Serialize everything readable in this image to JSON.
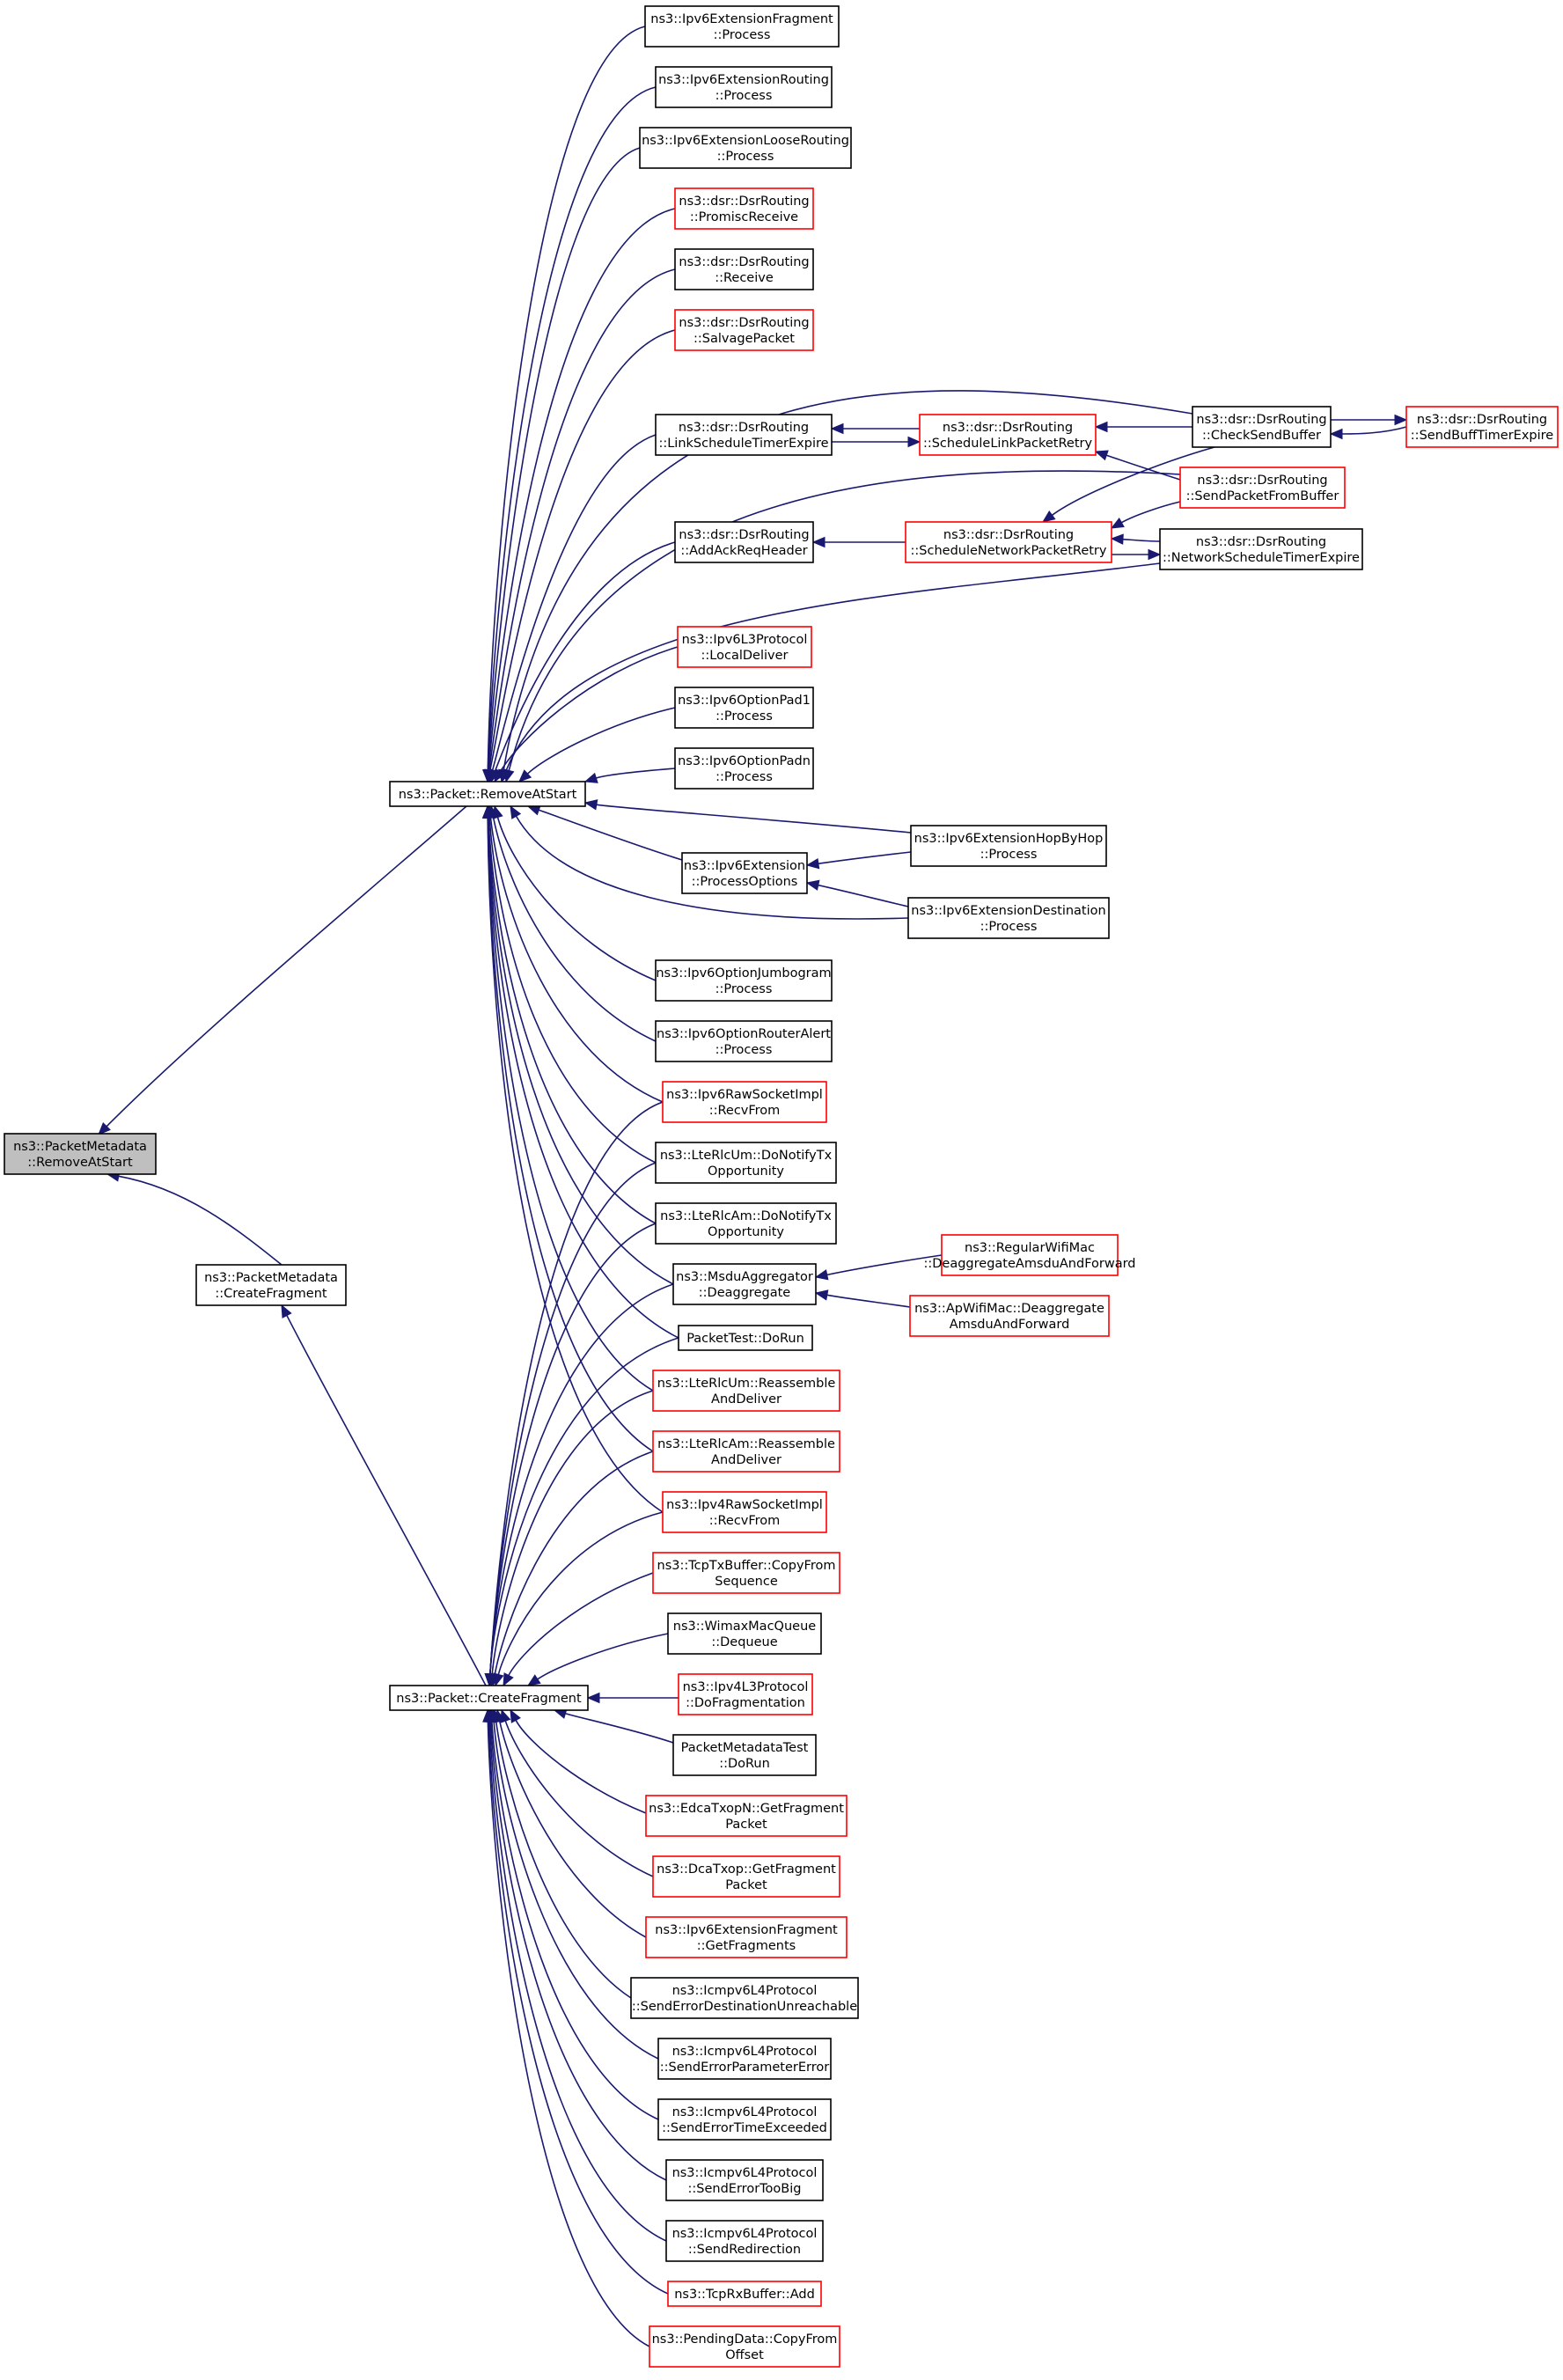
{
  "colors": {
    "edge": "#191970",
    "box_normal": "#000000",
    "box_partial": "#ff0000",
    "box_focus_fill": "#bfbfbf",
    "box_fill": "#ffffff"
  },
  "nodes": {
    "root": {
      "lines": [
        "ns3::PacketMetadata",
        "::RemoveAtStart"
      ],
      "status": "focus"
    },
    "pmcf": {
      "lines": [
        "ns3::PacketMetadata",
        "::CreateFragment"
      ],
      "status": "normal"
    },
    "prs": {
      "lines": [
        "ns3::Packet::RemoveAtStart"
      ],
      "status": "normal"
    },
    "pcf": {
      "lines": [
        "ns3::Packet::CreateFragment"
      ],
      "status": "normal"
    },
    "efp": {
      "lines": [
        "ns3::Ipv6ExtensionFragment",
        "::Process"
      ],
      "status": "normal"
    },
    "erp": {
      "lines": [
        "ns3::Ipv6ExtensionRouting",
        "::Process"
      ],
      "status": "normal"
    },
    "elrp": {
      "lines": [
        "ns3::Ipv6ExtensionLooseRouting",
        "::Process"
      ],
      "status": "normal"
    },
    "dpr": {
      "lines": [
        "ns3::dsr::DsrRouting",
        "::PromiscReceive"
      ],
      "status": "partial"
    },
    "drc": {
      "lines": [
        "ns3::dsr::DsrRouting",
        "::Receive"
      ],
      "status": "normal"
    },
    "dsp": {
      "lines": [
        "ns3::dsr::DsrRouting",
        "::SalvagePacket"
      ],
      "status": "partial"
    },
    "dlst": {
      "lines": [
        "ns3::dsr::DsrRouting",
        "::LinkScheduleTimerExpire"
      ],
      "status": "normal"
    },
    "dslr": {
      "lines": [
        "ns3::dsr::DsrRouting",
        "::ScheduleLinkPacketRetry"
      ],
      "status": "partial"
    },
    "dcsb": {
      "lines": [
        "ns3::dsr::DsrRouting",
        "::CheckSendBuffer"
      ],
      "status": "normal"
    },
    "dsbt": {
      "lines": [
        "ns3::dsr::DsrRouting",
        "::SendBuffTimerExpire"
      ],
      "status": "partial"
    },
    "dspb": {
      "lines": [
        "ns3::dsr::DsrRouting",
        "::SendPacketFromBuffer"
      ],
      "status": "partial"
    },
    "daar": {
      "lines": [
        "ns3::dsr::DsrRouting",
        "::AddAckReqHeader"
      ],
      "status": "normal"
    },
    "dsnr": {
      "lines": [
        "ns3::dsr::DsrRouting",
        "::ScheduleNetworkPacketRetry"
      ],
      "status": "partial"
    },
    "dnst": {
      "lines": [
        "ns3::dsr::DsrRouting",
        "::NetworkScheduleTimerExpire"
      ],
      "status": "normal"
    },
    "ld": {
      "lines": [
        "ns3::Ipv6L3Protocol",
        "::LocalDeliver"
      ],
      "status": "partial"
    },
    "op1": {
      "lines": [
        "ns3::Ipv6OptionPad1",
        "::Process"
      ],
      "status": "normal"
    },
    "opn": {
      "lines": [
        "ns3::Ipv6OptionPadn",
        "::Process"
      ],
      "status": "normal"
    },
    "ehbh": {
      "lines": [
        "ns3::Ipv6ExtensionHopByHop",
        "::Process"
      ],
      "status": "normal"
    },
    "epo": {
      "lines": [
        "ns3::Ipv6Extension",
        "::ProcessOptions"
      ],
      "status": "normal"
    },
    "edst": {
      "lines": [
        "ns3::Ipv6ExtensionDestination",
        "::Process"
      ],
      "status": "normal"
    },
    "ojg": {
      "lines": [
        "ns3::Ipv6OptionJumbogram",
        "::Process"
      ],
      "status": "normal"
    },
    "ora": {
      "lines": [
        "ns3::Ipv6OptionRouterAlert",
        "::Process"
      ],
      "status": "normal"
    },
    "r6rf": {
      "lines": [
        "ns3::Ipv6RawSocketImpl",
        "::RecvFrom"
      ],
      "status": "partial"
    },
    "umtx": {
      "lines": [
        "ns3::LteRlcUm::DoNotifyTx",
        "Opportunity"
      ],
      "status": "normal"
    },
    "amtx": {
      "lines": [
        "ns3::LteRlcAm::DoNotifyTx",
        "Opportunity"
      ],
      "status": "normal"
    },
    "rwm": {
      "lines": [
        "ns3::RegularWifiMac",
        "::DeaggregateAmsduAndForward"
      ],
      "status": "partial"
    },
    "msdu": {
      "lines": [
        "ns3::MsduAggregator",
        "::Deaggregate"
      ],
      "status": "normal"
    },
    "apw": {
      "lines": [
        "ns3::ApWifiMac::Deaggregate",
        "AmsduAndForward"
      ],
      "status": "partial"
    },
    "ptdr": {
      "lines": [
        "PacketTest::DoRun"
      ],
      "status": "normal"
    },
    "umra": {
      "lines": [
        "ns3::LteRlcUm::Reassemble",
        "AndDeliver"
      ],
      "status": "partial"
    },
    "amra": {
      "lines": [
        "ns3::LteRlcAm::Reassemble",
        "AndDeliver"
      ],
      "status": "partial"
    },
    "r4rf": {
      "lines": [
        "ns3::Ipv4RawSocketImpl",
        "::RecvFrom"
      ],
      "status": "partial"
    },
    "tcfs": {
      "lines": [
        "ns3::TcpTxBuffer::CopyFrom",
        "Sequence"
      ],
      "status": "partial"
    },
    "wmq": {
      "lines": [
        "ns3::WimaxMacQueue",
        "::Dequeue"
      ],
      "status": "normal"
    },
    "i4df": {
      "lines": [
        "ns3::Ipv4L3Protocol",
        "::DoFragmentation"
      ],
      "status": "partial"
    },
    "pmdt": {
      "lines": [
        "PacketMetadataTest",
        "::DoRun"
      ],
      "status": "normal"
    },
    "edca": {
      "lines": [
        "ns3::EdcaTxopN::GetFragment",
        "Packet"
      ],
      "status": "partial"
    },
    "dca": {
      "lines": [
        "ns3::DcaTxop::GetFragment",
        "Packet"
      ],
      "status": "partial"
    },
    "efgf": {
      "lines": [
        "ns3::Ipv6ExtensionFragment",
        "::GetFragments"
      ],
      "status": "partial"
    },
    "sedu": {
      "lines": [
        "ns3::Icmpv6L4Protocol",
        "::SendErrorDestinationUnreachable"
      ],
      "status": "normal"
    },
    "sepe": {
      "lines": [
        "ns3::Icmpv6L4Protocol",
        "::SendErrorParameterError"
      ],
      "status": "normal"
    },
    "sete": {
      "lines": [
        "ns3::Icmpv6L4Protocol",
        "::SendErrorTimeExceeded"
      ],
      "status": "normal"
    },
    "setb": {
      "lines": [
        "ns3::Icmpv6L4Protocol",
        "::SendErrorTooBig"
      ],
      "status": "normal"
    },
    "srd": {
      "lines": [
        "ns3::Icmpv6L4Protocol",
        "::SendRedirection"
      ],
      "status": "normal"
    },
    "trba": {
      "lines": [
        "ns3::TcpRxBuffer::Add"
      ],
      "status": "partial"
    },
    "pdcf": {
      "lines": [
        "ns3::PendingData::CopyFrom",
        "Offset"
      ],
      "status": "partial"
    }
  }
}
